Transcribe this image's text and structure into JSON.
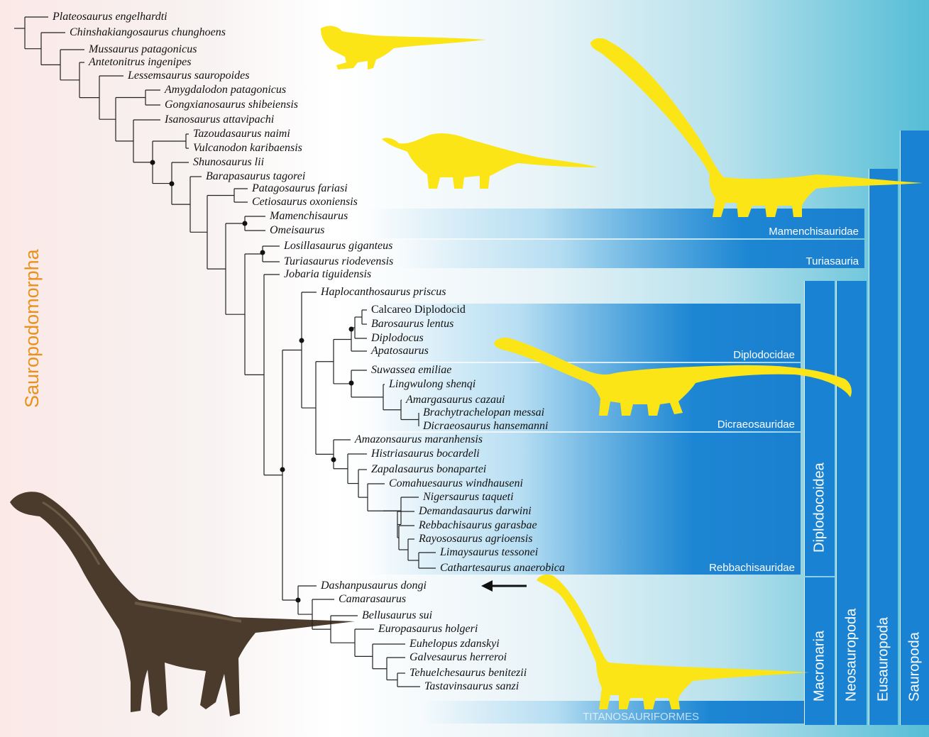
{
  "taxa": [
    "Plateosaurus engelhardti",
    "Chinshakiangosaurus chunghoens",
    "Mussaurus patagonicus",
    "Antetonitrus ingenipes",
    "Lessemsaurus sauropoides",
    "Amygdalodon patagonicus",
    "Gongxianosaurus shibeiensis",
    "Isanosaurus attavipachi",
    "Tazoudasaurus naimi",
    "Vulcanodon karibaensis",
    "Shunosaurus lii",
    "Barapasaurus tagorei",
    "Patagosaurus fariasi",
    "Cetiosaurus oxoniensis",
    "Mamenchisaurus",
    "Omeisaurus",
    "Losillasaurus giganteus",
    "Turiasaurus riodevensis",
    "Jobaria tiguidensis",
    "Haplocanthosaurus priscus",
    "Calcareo Diplodocid",
    "Barosaurus lentus",
    "Diplodocus",
    "Apatosaurus",
    "Suwassea emiliae",
    "Lingwulong shenqi",
    "Amargasaurus cazaui",
    "Brachytrachelopan messai",
    "Dicraeosaurus hansemanni",
    "Amazonsaurus maranhensis",
    "Histriasaurus bocardeli",
    "Zapalasaurus bonapartei",
    "Comahuesaurus windhauseni",
    "Nigersaurus taqueti",
    "Demandasaurus darwini",
    "Rebbachisaurus garasbae",
    "Rayososaurus agrioensis",
    "Limaysaurus tessonei",
    "Cathartesaurus anaerobica",
    "Dashanpusaurus dongi",
    "Camarasaurus",
    "Bellusaurus sui",
    "Europasaurus holgeri",
    "Euhelopus zdanskyi",
    "Galvesaurus herreroi",
    "Tehuelchesaurus benitezii",
    "Tastavinsaurus sanzi"
  ],
  "clades": {
    "mamenchisauridae": "Mamenchisauridae",
    "turiasauria": "Turiasauria",
    "diplodocidae": "Diplodocidae",
    "dicraeosauridae": "Dicraeosauridae",
    "rebbachisauridae": "Rebbachisauridae",
    "titanosauriformes": "TITANOSAURIFORMES"
  },
  "bars": {
    "diplodocoidea": "Diplodocoidea",
    "macronaria": "Macronaria",
    "neosauropoda": "Neosauropoda",
    "eusauropoda": "Eusauropoda",
    "sauropoda": "Sauropoda"
  },
  "side_label": "Sauropodomorpha",
  "colors": {
    "label_orange": "#e8911c",
    "bar_blue": "#1a82d2",
    "silhouette_yellow": "#fbe516",
    "dinosaur_brown": "#4a3b2c"
  },
  "pointer_icon": "left-arrow"
}
